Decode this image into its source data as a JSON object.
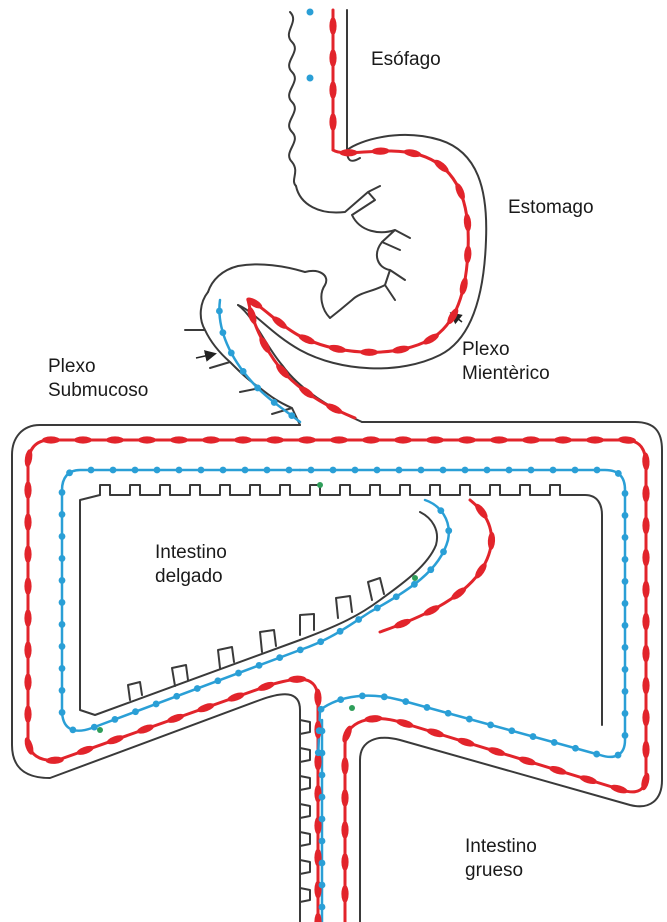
{
  "labels": {
    "esofago": "Esófago",
    "estomago": "Estomago",
    "plexo_mienterico_1": "Plexo",
    "plexo_mienterico_2": "Mientèrico",
    "plexo_submucoso_1": "Plexo",
    "plexo_submucoso_2": "Submucoso",
    "intestino_delgado_1": "Intestino",
    "intestino_delgado_2": "delgado",
    "intestino_grueso_1": "Intestino",
    "intestino_grueso_2": "grueso"
  },
  "colors": {
    "myenteric_plexus": "#e2242b",
    "submucosal_plexus": "#2a9fd6",
    "wall": "#3a3a3a",
    "ganglion_dot": "#2f9e5a"
  }
}
